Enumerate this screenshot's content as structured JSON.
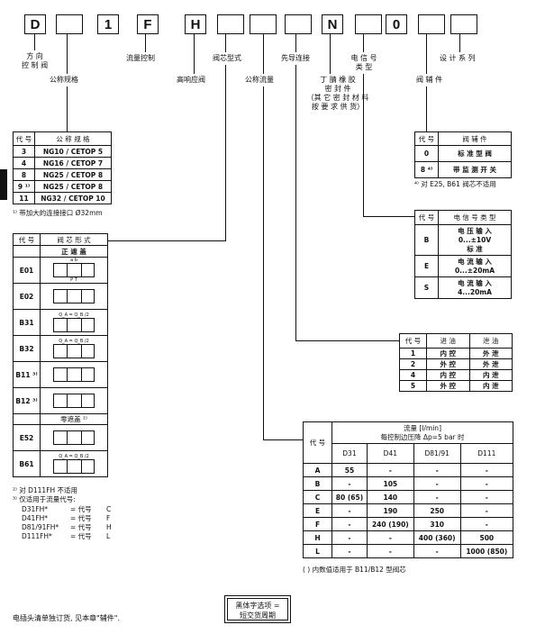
{
  "code": {
    "boxes": [
      "D",
      "",
      "1",
      "F",
      "H",
      "",
      "",
      "",
      "N",
      "",
      "0",
      "",
      ""
    ],
    "labels": {
      "direction": [
        "方 向",
        "控 制 阀"
      ],
      "nominal_size": "公称规格",
      "flow_control": "流量控制",
      "high_response": "高响应阀",
      "spool_type": "阀芯型式",
      "spool_flow": "公称流量",
      "pilot": "先导连接",
      "seal": [
        "丁 腈 橡 胶",
        "密 封 件",
        "（其 它 密 封 材 料",
        "按 要 求 供 货）"
      ],
      "signal": [
        "电 信 号",
        "类 型"
      ],
      "design": "设 计 系 列",
      "accessory": "阀 辅 件"
    }
  },
  "size_table": {
    "headers": [
      "代 号",
      "公 称 规 格"
    ],
    "rows": [
      {
        "code": "3",
        "value": "NG10 / CETOP 5"
      },
      {
        "code": "4",
        "value": "NG16 / CETOP 7"
      },
      {
        "code": "8",
        "value": "NG25 / CETOP 8"
      },
      {
        "code": "9 ¹⁾",
        "value": "NG25 / CETOP 8"
      },
      {
        "code": "11",
        "value": "NG32 / CETOP 10"
      }
    ],
    "footnote": "¹⁾ 带加大的连接接口 Ø32mm"
  },
  "spool_table": {
    "headers": [
      "代 号",
      "阀 芯 形 式"
    ],
    "section1": "正 遮 盖",
    "section2": "零遮盖 ²⁾",
    "rows": [
      {
        "code": "E01",
        "top": "a  b",
        "bottom": "P  T"
      },
      {
        "code": "E02",
        "top": "",
        "bottom": ""
      },
      {
        "code": "B31",
        "top": "Q_A = Q_B /2",
        "bottom": ""
      },
      {
        "code": "B32",
        "top": "Q_A = Q_B /2",
        "bottom": ""
      },
      {
        "code": "B11 ³⁾",
        "top": "",
        "bottom": ""
      },
      {
        "code": "B12 ³⁾",
        "top": "",
        "bottom": ""
      },
      {
        "code": "E52",
        "top": "",
        "bottom": ""
      },
      {
        "code": "B61",
        "top": "Q_A = Q_B /2",
        "bottom": ""
      }
    ],
    "footnotes": [
      "²⁾ 对 D111FH 不适用",
      "³⁾ 仅适用于流量代号:"
    ],
    "flow_map": [
      {
        "model": "D31FH*",
        "eq": "= 代号",
        "code": "C"
      },
      {
        "model": "D41FH*",
        "eq": "= 代号",
        "code": "F"
      },
      {
        "model": "D81/91FH*",
        "eq": "= 代号",
        "code": "H"
      },
      {
        "model": "D111FH*",
        "eq": "= 代号",
        "code": "L"
      }
    ]
  },
  "accessory_table": {
    "headers": [
      "代 号",
      "阀 辅 件"
    ],
    "rows": [
      {
        "code": "0",
        "value": "标 准 型 阀"
      },
      {
        "code": "8 ⁴⁾",
        "value": "带 监 测 开 关"
      }
    ],
    "footnote": "⁴⁾ 对 E25, B61 阀芯不适用"
  },
  "signal_table": {
    "headers": [
      "代 号",
      "电 信 号 类 型"
    ],
    "rows": [
      {
        "code": "B",
        "lines": [
          "电 压 输 入",
          "0...±10V",
          "标 准"
        ]
      },
      {
        "code": "E",
        "lines": [
          "电 流 输 入",
          "0...±20mA"
        ]
      },
      {
        "code": "S",
        "lines": [
          "电 流 输 入",
          "4...20mA"
        ]
      }
    ]
  },
  "pilot_table": {
    "headers": [
      "代 号",
      "进 油",
      "泄 油"
    ],
    "rows": [
      {
        "code": "1",
        "in": "内 控",
        "out": "外 泄"
      },
      {
        "code": "2",
        "in": "外 控",
        "out": "外 泄"
      },
      {
        "code": "4",
        "in": "内 控",
        "out": "内 泄"
      },
      {
        "code": "5",
        "in": "外 控",
        "out": "内 泄"
      }
    ]
  },
  "flow_table": {
    "code_header": "代 号",
    "title": [
      "流量 [l/min]",
      "每控制边压降 Δp=5 bar 时"
    ],
    "columns": [
      "D31",
      "D41",
      "D81/91",
      "D111"
    ],
    "rows": [
      {
        "code": "A",
        "values": [
          "55",
          "-",
          "-",
          "-"
        ]
      },
      {
        "code": "B",
        "values": [
          "-",
          "105",
          "-",
          "-"
        ]
      },
      {
        "code": "C",
        "values": [
          "80 (65)",
          "140",
          "-",
          "-"
        ]
      },
      {
        "code": "E",
        "values": [
          "-",
          "190",
          "250",
          "-"
        ]
      },
      {
        "code": "F",
        "values": [
          "-",
          "240 (190)",
          "310",
          "-"
        ]
      },
      {
        "code": "H",
        "values": [
          "-",
          "-",
          "400 (360)",
          "500"
        ]
      },
      {
        "code": "L",
        "values": [
          "-",
          "-",
          "-",
          "1000 (850)"
        ]
      }
    ],
    "footnote": "( ) 内数值适用于 B11/B12 型阀芯"
  },
  "bottom": {
    "note": "电插头清单独订货, 见本章\"辅件\".",
    "boxed": [
      "黑体字选项 =",
      "短交货周期"
    ]
  }
}
